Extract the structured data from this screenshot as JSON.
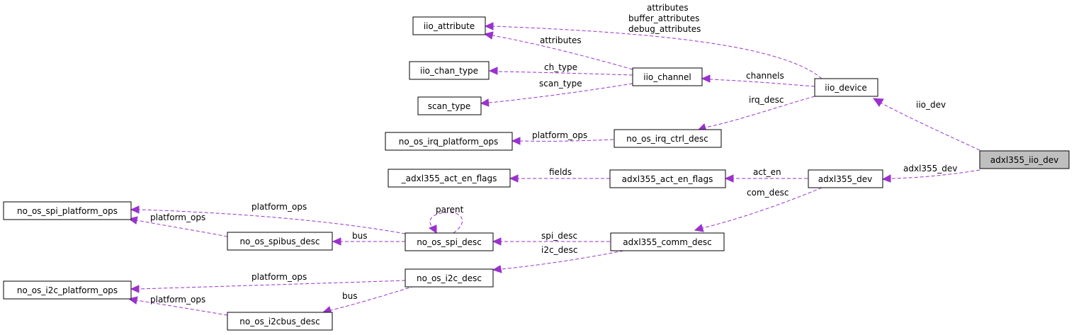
{
  "colors": {
    "edge": "#9a32cd",
    "focus_fill": "#bfbfbf",
    "node_fill": "#ffffff",
    "node_border": "#000000"
  },
  "nodes": {
    "adxl355_iio_dev": "adxl355_iio_dev",
    "iio_device": "iio_device",
    "adxl355_dev": "adxl355_dev",
    "iio_attribute": "iio_attribute",
    "iio_chan_type": "iio_chan_type",
    "scan_type": "scan_type",
    "iio_channel": "iio_channel",
    "no_os_irq_platform_ops": "no_os_irq_platform_ops",
    "no_os_irq_ctrl_desc": "no_os_irq_ctrl_desc",
    "adxl355_act_en_flags_inner": "_adxl355_act_en_flags",
    "adxl355_act_en_flags": "adxl355_act_en_flags",
    "no_os_spi_platform_ops": "no_os_spi_platform_ops",
    "no_os_spibus_desc": "no_os_spibus_desc",
    "no_os_spi_desc": "no_os_spi_desc",
    "adxl355_comm_desc": "adxl355_comm_desc",
    "no_os_i2c_platform_ops": "no_os_i2c_platform_ops",
    "no_os_i2c_desc": "no_os_i2c_desc",
    "no_os_i2cbus_desc": "no_os_i2cbus_desc"
  },
  "edge_labels": {
    "iio_dev": "iio_dev",
    "adxl355_dev": "adxl355_dev",
    "attributes_multi_1": "attributes",
    "attributes_multi_2": "buffer_attributes",
    "attributes_multi_3": "debug_attributes",
    "channels": "channels",
    "irq_desc": "irq_desc",
    "channel_attributes": "attributes",
    "ch_type": "ch_type",
    "scan_type": "scan_type",
    "irq_platform_ops": "platform_ops",
    "act_en": "act_en",
    "fields": "fields",
    "com_desc": "com_desc",
    "spi_desc": "spi_desc",
    "i2c_desc": "i2c_desc",
    "parent": "parent",
    "spi_bus": "bus",
    "spi_platform_ops": "platform_ops",
    "spibus_platform_ops": "platform_ops",
    "i2c_platform_ops": "platform_ops",
    "i2c_bus": "bus",
    "i2cbus_platform_ops": "platform_ops"
  }
}
